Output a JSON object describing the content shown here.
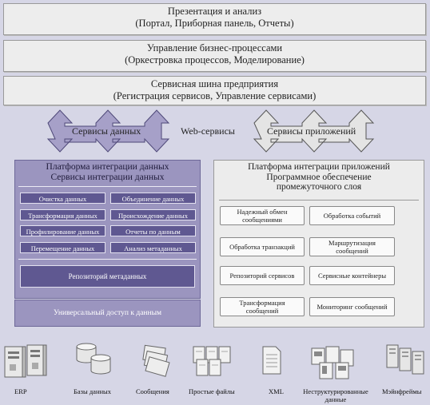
{
  "layers": [
    {
      "line1": "Презентация и анализ",
      "line2": "(Портал, Приборная панель, Отчеты)"
    },
    {
      "line1": "Управление бизнес-процессами",
      "line2": "(Оркестровка процессов, Моделирование)"
    },
    {
      "line1": "Сервисная шина предприятия",
      "line2": "(Регистрация сервисов, Управление сервисами)"
    }
  ],
  "arrows": {
    "data_services": "Сервисы данных",
    "web_services": "Web-сервисы",
    "app_services": "Сервисы приложений"
  },
  "data_platform": {
    "title1": "Платформа интеграции данных",
    "title2": "Сервисы интеграции данных",
    "boxes": [
      "Очистка данных",
      "Объединение данных",
      "Трансформация данных",
      "Происхождение данных",
      "Профилирование данных",
      "Отчеты по данным",
      "Перемещение данных",
      "Анализ метаданных"
    ],
    "repository": "Репозиторий метаданных",
    "universal_access": "Универсальный доступ к данным"
  },
  "app_platform": {
    "title1": "Платформа интеграции приложений",
    "title2": "Программное обеспечение",
    "title3": "промежуточного слоя",
    "boxes": [
      {
        "l1": "Надежный обмен",
        "l2": "сообщениями"
      },
      {
        "l1": "Обработка событий",
        "l2": ""
      },
      {
        "l1": "Обработка транзакций",
        "l2": ""
      },
      {
        "l1": "Маршрутизация",
        "l2": "сообщений"
      },
      {
        "l1": "Репозиторий сервисов",
        "l2": ""
      },
      {
        "l1": "Сервисные контейнеры",
        "l2": ""
      },
      {
        "l1": "Трансформация",
        "l2": "сообщений"
      },
      {
        "l1": "Мониторинг сообщений",
        "l2": ""
      }
    ]
  },
  "sources": [
    {
      "label1": "ERP",
      "label2": "",
      "icon": "server-icon"
    },
    {
      "label1": "Базы данных",
      "label2": "",
      "icon": "database-icon"
    },
    {
      "label1": "Сообщения",
      "label2": "",
      "icon": "envelope-icon"
    },
    {
      "label1": "Простые файлы",
      "label2": "",
      "icon": "files-icon"
    },
    {
      "label1": "XML",
      "label2": "",
      "icon": "xml-document-icon"
    },
    {
      "label1": "Неструктурированные",
      "label2": "данные",
      "icon": "unstructured-docs-icon"
    },
    {
      "label1": "Мэйнфреймы",
      "label2": "",
      "icon": "mainframe-icon"
    }
  ],
  "colors": {
    "data_panel": "#9b95bf",
    "data_box": "#5f5891",
    "app_panel": "#ececec",
    "background": "#d6d6e6"
  }
}
